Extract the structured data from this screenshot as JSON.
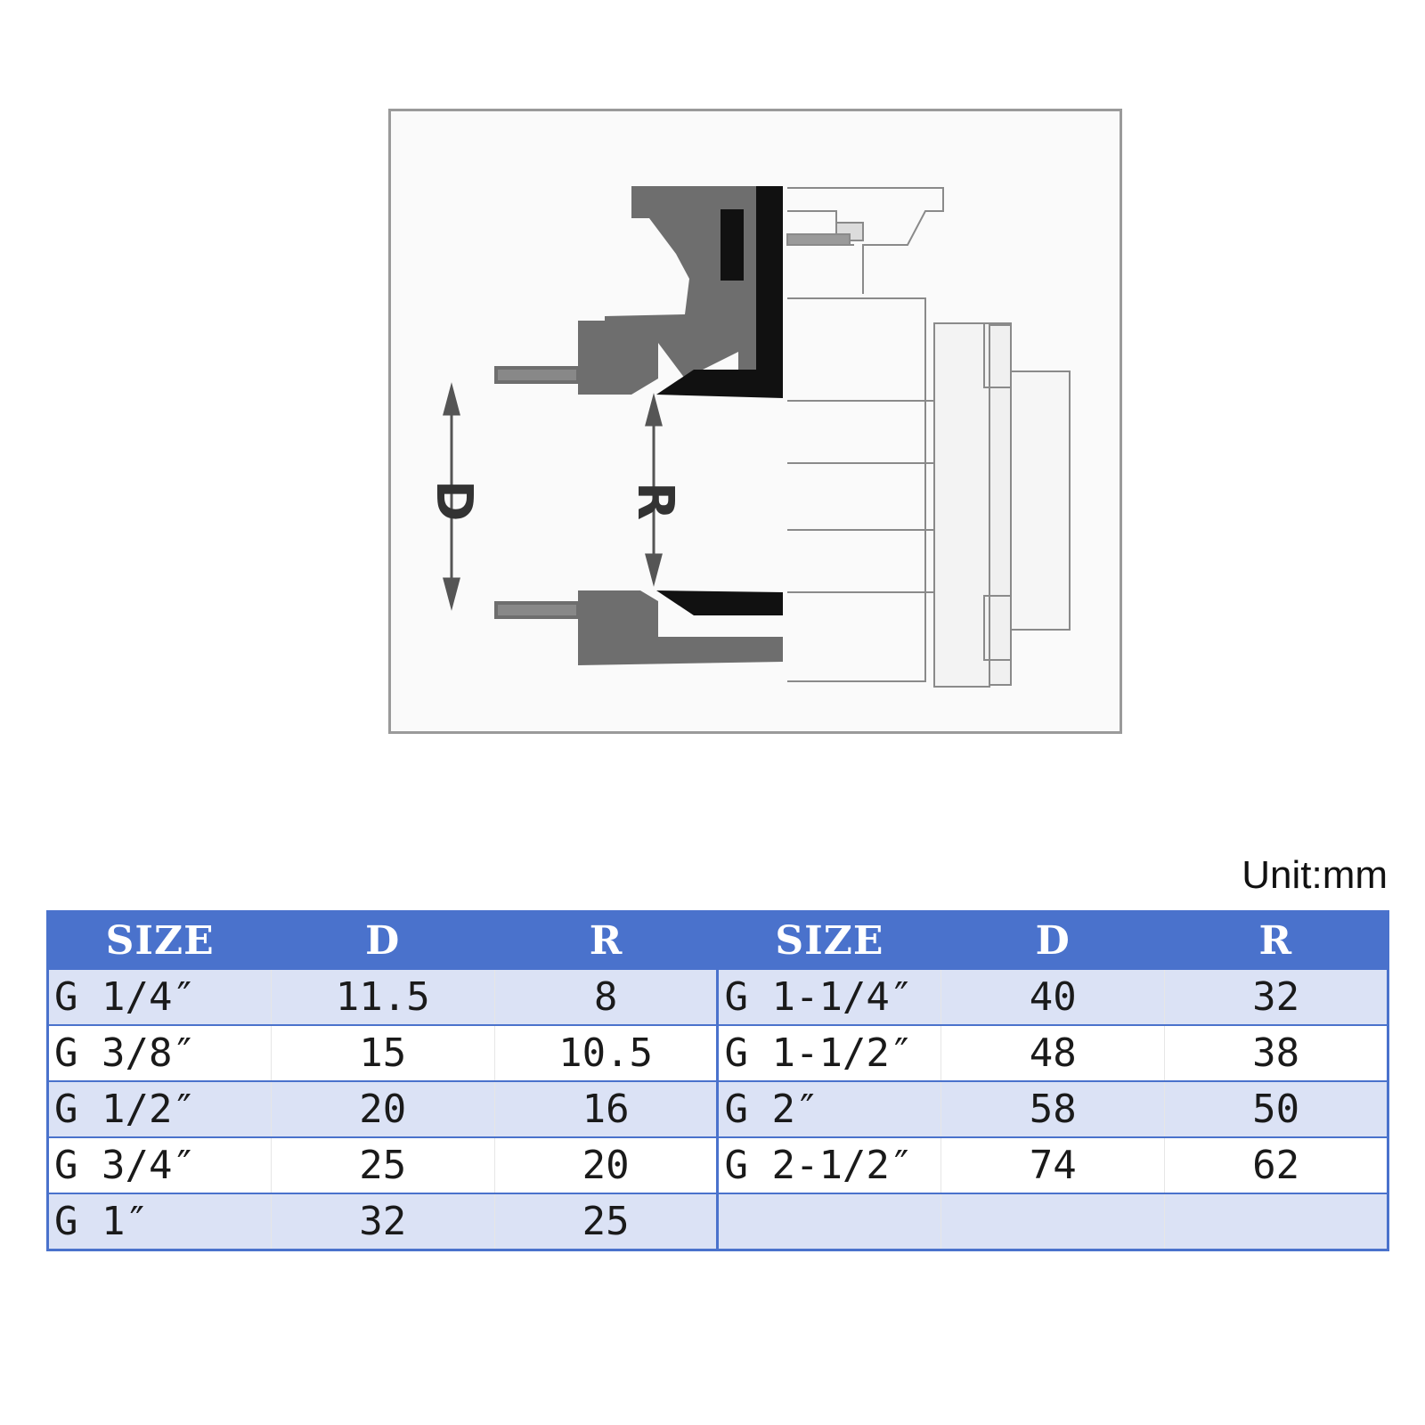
{
  "diagram": {
    "label_d": "D",
    "label_r": "R",
    "colors": {
      "frame": "#9a9a9a",
      "dark": "#6e6e6e",
      "black": "#111111",
      "line": "#777777"
    }
  },
  "unit": "Unit:mm",
  "table": {
    "headers": [
      "SIZE",
      "D",
      "R",
      "SIZE",
      "D",
      "R"
    ],
    "left_rows": [
      {
        "size": "G 1/4″",
        "d": "11.5",
        "r": "8"
      },
      {
        "size": "G 3/8″",
        "d": "15",
        "r": "10.5"
      },
      {
        "size": "G 1/2″",
        "d": "20",
        "r": "16"
      },
      {
        "size": "G 3/4″",
        "d": "25",
        "r": "20"
      },
      {
        "size": "G 1″",
        "d": "32",
        "r": "25"
      }
    ],
    "right_rows": [
      {
        "size": "G 1-1/4″",
        "d": "40",
        "r": "32"
      },
      {
        "size": "G 1-1/2″",
        "d": "48",
        "r": "38"
      },
      {
        "size": "G 2″",
        "d": "58",
        "r": "50"
      },
      {
        "size": "G 2-1/2″",
        "d": "74",
        "r": "62"
      },
      {
        "size": "",
        "d": "",
        "r": ""
      }
    ],
    "colors": {
      "header_bg": "#4a72cc",
      "header_text": "#ffffff",
      "row_shaded": "#dbe2f5",
      "row_plain": "#ffffff"
    }
  }
}
